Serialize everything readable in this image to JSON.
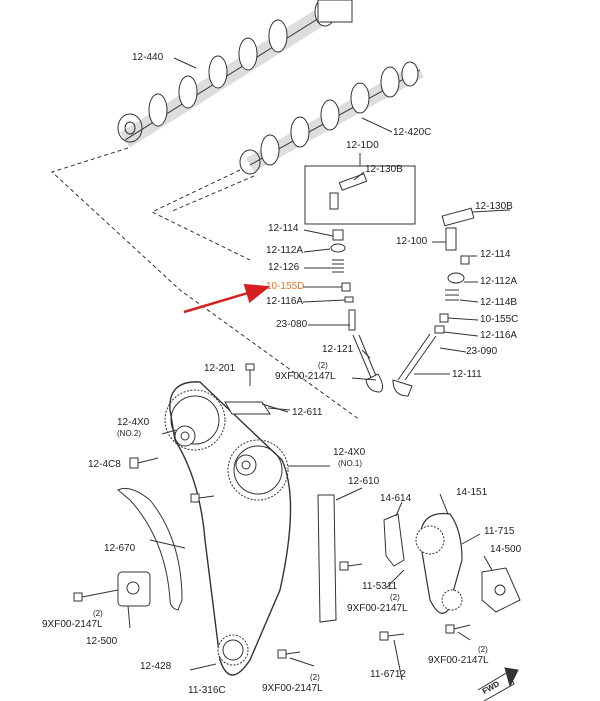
{
  "labels": {
    "cam_exhaust": "12-440",
    "cam_intake": "12-420C",
    "kit_top": "12-1D0",
    "rocker_kit": "12-130B",
    "rocker_right": "12-130B",
    "lash_adj": "12-100",
    "lock_l": "12-114",
    "lock_r": "12-114",
    "retainer_l": "12-112A",
    "retainer_r": "12-112A",
    "spring_l": "12-126",
    "spring_r": "12-114B",
    "seal_l": "10-155D",
    "seal_r": "10-155C",
    "seat_l": "12-116A",
    "seat_r": "12-116A",
    "guide": "23-080",
    "guide_r": "23-090",
    "valve_l": "12-121",
    "valve_r": "12-111",
    "chain": "12-201",
    "bolt_top": "9XF00-2147L",
    "bolt_top_qty": "(2)",
    "guide_top": "12-611",
    "vvt2": "12-4X0",
    "vvt2_no": "(NO.2)",
    "bolt_4c8": "12-4C8",
    "vvt1": "12-4X0",
    "vvt1_no": "(NO.1)",
    "tensioner_arm": "12-670",
    "chain_guide": "12-610",
    "bolt_mid": "9XF00-2147L",
    "bolt_mid_qty": "(2)",
    "oil_chain": "14-151",
    "bracket": "14-614",
    "guide_small": "11-715",
    "pump_tens": "14-500",
    "sprocket_small": "11-5311",
    "bolt_left": "9XF00-2147L",
    "bolt_left_qty": "(2)",
    "tens_left": "12-500",
    "bolt_right": "9XF00-2147L",
    "bolt_right_qty": "(2)",
    "arm_lower": "12-428",
    "crank_sprocket": "11-316C",
    "bolt_bottom": "9XF00-2147L",
    "bolt_bottom_qty": "(2)",
    "bolt_6712": "11-6712",
    "fwd": "FWD"
  },
  "colors": {
    "line": "#333333",
    "highlight": "#e8742a",
    "arrow": "#d62020"
  }
}
